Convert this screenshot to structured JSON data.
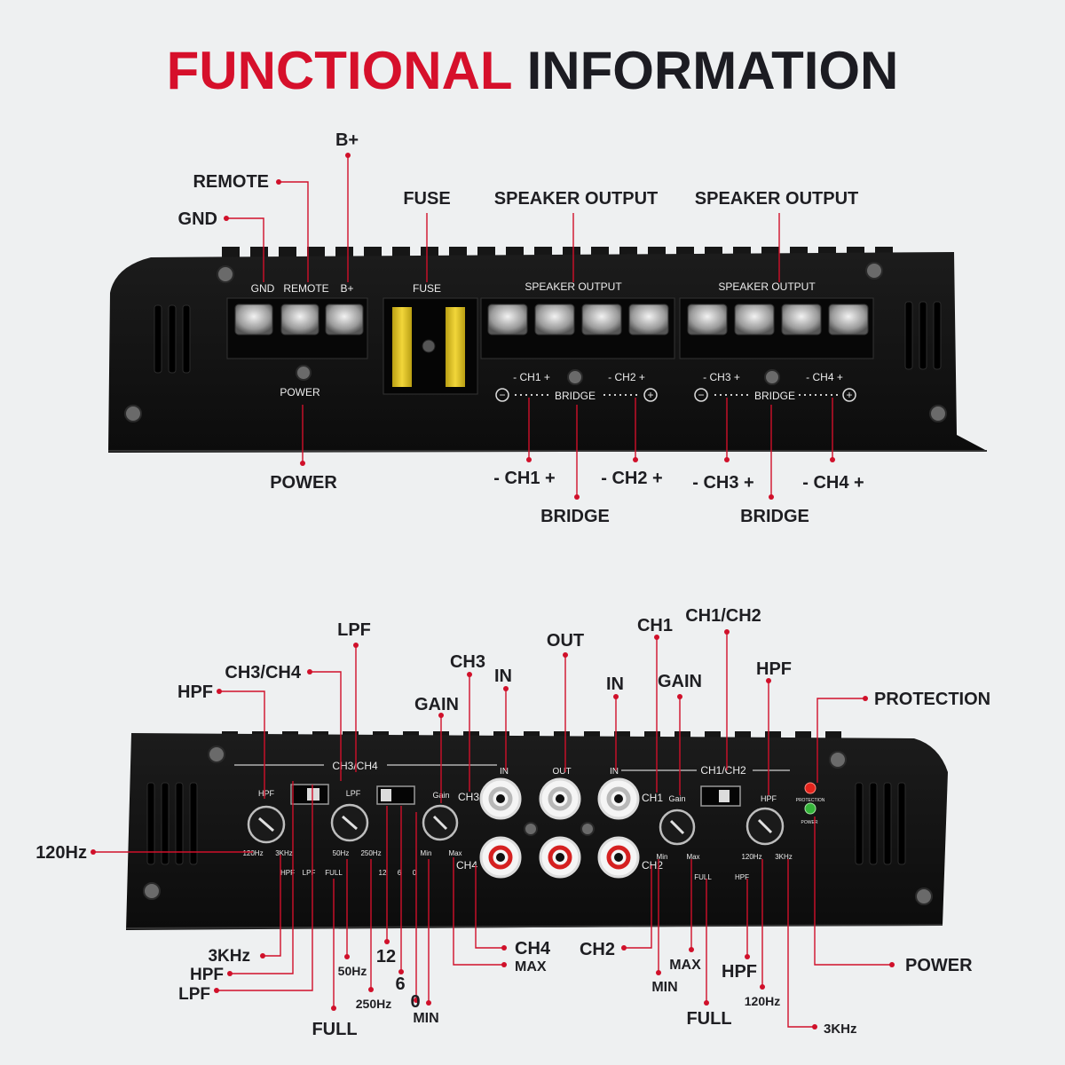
{
  "title": {
    "part1": "FUNCTIONAL",
    "part2": "INFORMATION",
    "color1": "#d6102b",
    "color2": "#1c1c22"
  },
  "colors": {
    "accent": "#d0102a",
    "panel": "#121212",
    "text": "#1e1e22"
  },
  "top_callouts": {
    "b_plus": "B+",
    "remote": "REMOTE",
    "gnd": "GND",
    "fuse": "FUSE",
    "speaker_output_1": "SPEAKER OUTPUT",
    "speaker_output_2": "SPEAKER OUTPUT",
    "power": "POWER",
    "ch1": "- CH1 +",
    "ch2": "- CH2 +",
    "ch3": "- CH3 +",
    "ch4": "- CH4 +",
    "bridge_1": "BRIDGE",
    "bridge_2": "BRIDGE"
  },
  "top_panel": {
    "gnd": "GND",
    "remote": "REMOTE",
    "b_plus": "B+",
    "fuse": "FUSE",
    "speaker_output_1": "SPEAKER OUTPUT",
    "speaker_output_2": "SPEAKER OUTPUT",
    "power": "POWER",
    "ch1": "- CH1 +",
    "ch2": "- CH2 +",
    "ch3": "- CH3 +",
    "ch4": "- CH4 +",
    "bridge_1": "BRIDGE",
    "bridge_2": "BRIDGE",
    "minus": "−",
    "plus": "+"
  },
  "bottom_callouts": {
    "lpf_top": "LPF",
    "ch3_ch4": "CH3/CH4",
    "hpf_top_left": "HPF",
    "ch3": "CH3",
    "in_left": "IN",
    "gain_left": "GAIN",
    "out": "OUT",
    "ch1": "CH1",
    "ch1_ch2": "CH1/CH2",
    "in_right": "IN",
    "gain_right": "GAIN",
    "hpf_top_right": "HPF",
    "protection": "PROTECTION",
    "hz120_left": "120Hz",
    "khz3_left": "3KHz",
    "hpf_bottom_left": "HPF",
    "lpf_bottom_left": "LPF",
    "hz50": "50Hz",
    "hz250": "250Hz",
    "full_left": "FULL",
    "n12": "12",
    "n6": "6",
    "n0": "0",
    "min_left": "MIN",
    "ch4": "CH4",
    "max_left": "MAX",
    "ch2": "CH2",
    "min_right": "MIN",
    "max_right": "MAX",
    "full_right": "FULL",
    "hpf_bottom_right": "HPF",
    "hz120_right": "120Hz",
    "khz3_right": "3KHz",
    "power": "POWER"
  },
  "bottom_panel": {
    "ch3_ch4": "CH3/CH4",
    "ch1_ch2": "CH1/CH2",
    "in_left": "IN",
    "out": "OUT",
    "in_right": "IN",
    "hpf_left": "HPF",
    "hz120_left": "120Hz",
    "khz3_left": "3KHz",
    "lpf": "LPF",
    "hz50": "50Hz",
    "hz250": "250Hz",
    "gain_left": "Gain",
    "min_left": "Min",
    "max_left": "Max",
    "sw_hpf_left": "HPF",
    "sw_lpf_left": "LPF",
    "sw_full_left": "FULL",
    "n12": "12",
    "n6": "6",
    "n0": "0",
    "ch3": "CH3",
    "ch4": "CH4",
    "ch1": "CH1",
    "ch2": "CH2",
    "gain_right": "Gain",
    "min_right": "Min",
    "max_right": "Max",
    "full_right": "FULL",
    "hpf_sw_right": "HPF",
    "hpf_right": "HPF",
    "hz120_right": "120Hz",
    "khz3_right": "3KHz",
    "protection": "PROTECTION",
    "power": "POWER"
  }
}
